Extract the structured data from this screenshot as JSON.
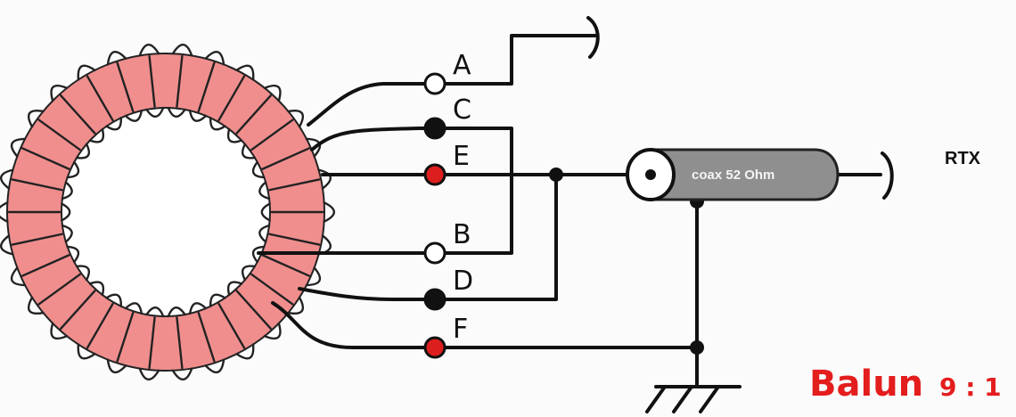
{
  "colors": {
    "toroid": "#f08e8e",
    "terminal_red": "#dd1e1e",
    "terminal_black": "#111111",
    "terminal_white": "#ffffff",
    "coax_body": "#8f8f8f",
    "title": "#e41d1d"
  },
  "terminals": [
    {
      "label": "A",
      "fill": "white"
    },
    {
      "label": "C",
      "fill": "black"
    },
    {
      "label": "E",
      "fill": "red"
    },
    {
      "label": "B",
      "fill": "white"
    },
    {
      "label": "D",
      "fill": "black"
    },
    {
      "label": "F",
      "fill": "red"
    }
  ],
  "coax": {
    "label": "coax 52 Ohm"
  },
  "rtx": {
    "label": "RTX"
  },
  "title": {
    "word": "Balun",
    "ratio": "9 : 1"
  }
}
